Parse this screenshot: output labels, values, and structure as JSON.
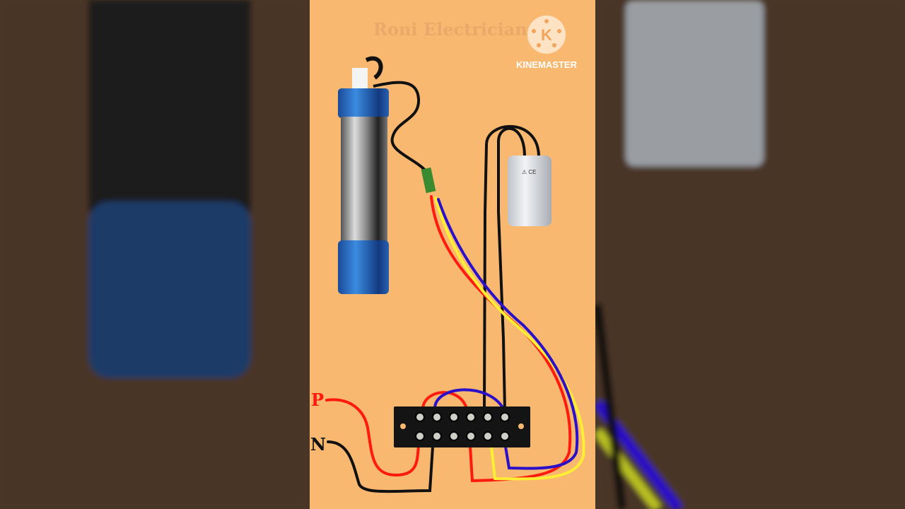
{
  "watermark": {
    "channel": "Roni Electrician",
    "editor": "KINEMASTER",
    "editor_logo_letter": "K"
  },
  "diagram": {
    "supply_labels": {
      "phase": "P",
      "neutral": "N"
    },
    "components": [
      "submersible-motor",
      "capacitor",
      "terminal-block"
    ],
    "wire_colors": {
      "phase": "#ff1a10",
      "neutral": "#111111",
      "yellow": "#ffee33",
      "blue": "#2a10c8",
      "capacitor": "#111111"
    },
    "terminal_block_screws_per_row": 6
  },
  "colors": {
    "background": "#f8b870",
    "side_panel": "#4a3625"
  }
}
